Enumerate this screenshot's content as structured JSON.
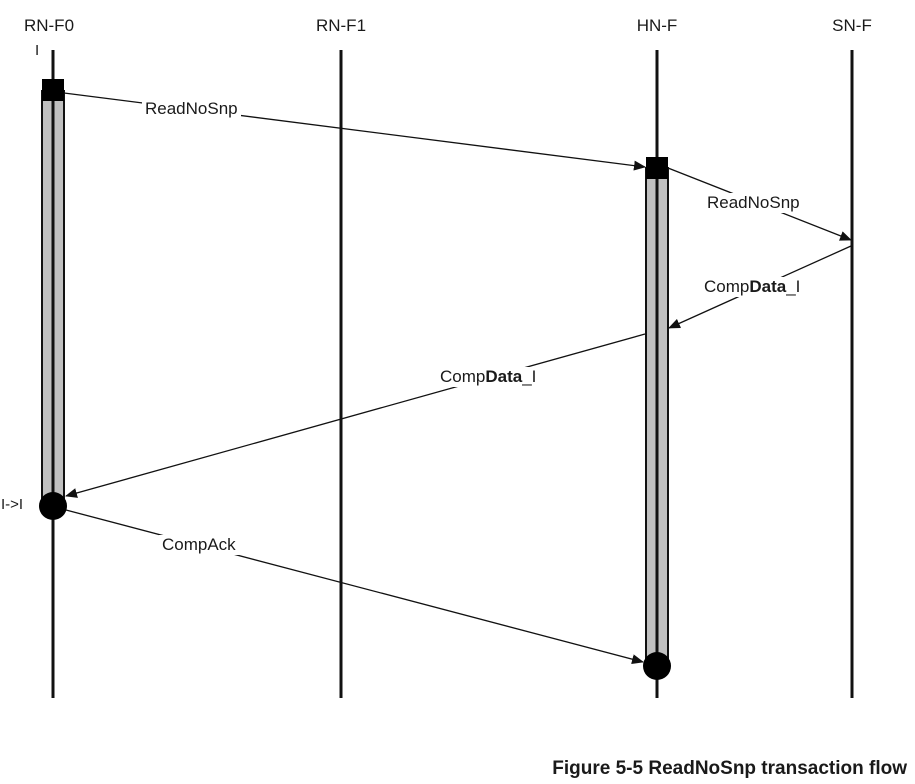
{
  "nodes": {
    "rn_f0": "RN-F0",
    "rn_f1": "RN-F1",
    "hn_f": "HN-F",
    "sn_f": "SN-F"
  },
  "states": {
    "rn_f0_initial": "I",
    "rn_f0_transition": "I->I"
  },
  "messages": {
    "req_rnf0_to_hnf": "ReadNoSnp",
    "req_hnf_to_snf": "ReadNoSnp",
    "data_snf_to_hnf": {
      "prefix": "Comp",
      "bold": "Data",
      "suffix": "_I"
    },
    "data_hnf_to_rnf0": {
      "prefix": "Comp",
      "bold": "Data",
      "suffix": "_I"
    },
    "ack_rnf0_to_hnf": "CompAck"
  },
  "caption": "Figure 5-5 ReadNoSnp transaction flow",
  "colors": {
    "lifeline": "#111111",
    "activation_fill": "#c0c0c0",
    "marker": "#000000"
  }
}
